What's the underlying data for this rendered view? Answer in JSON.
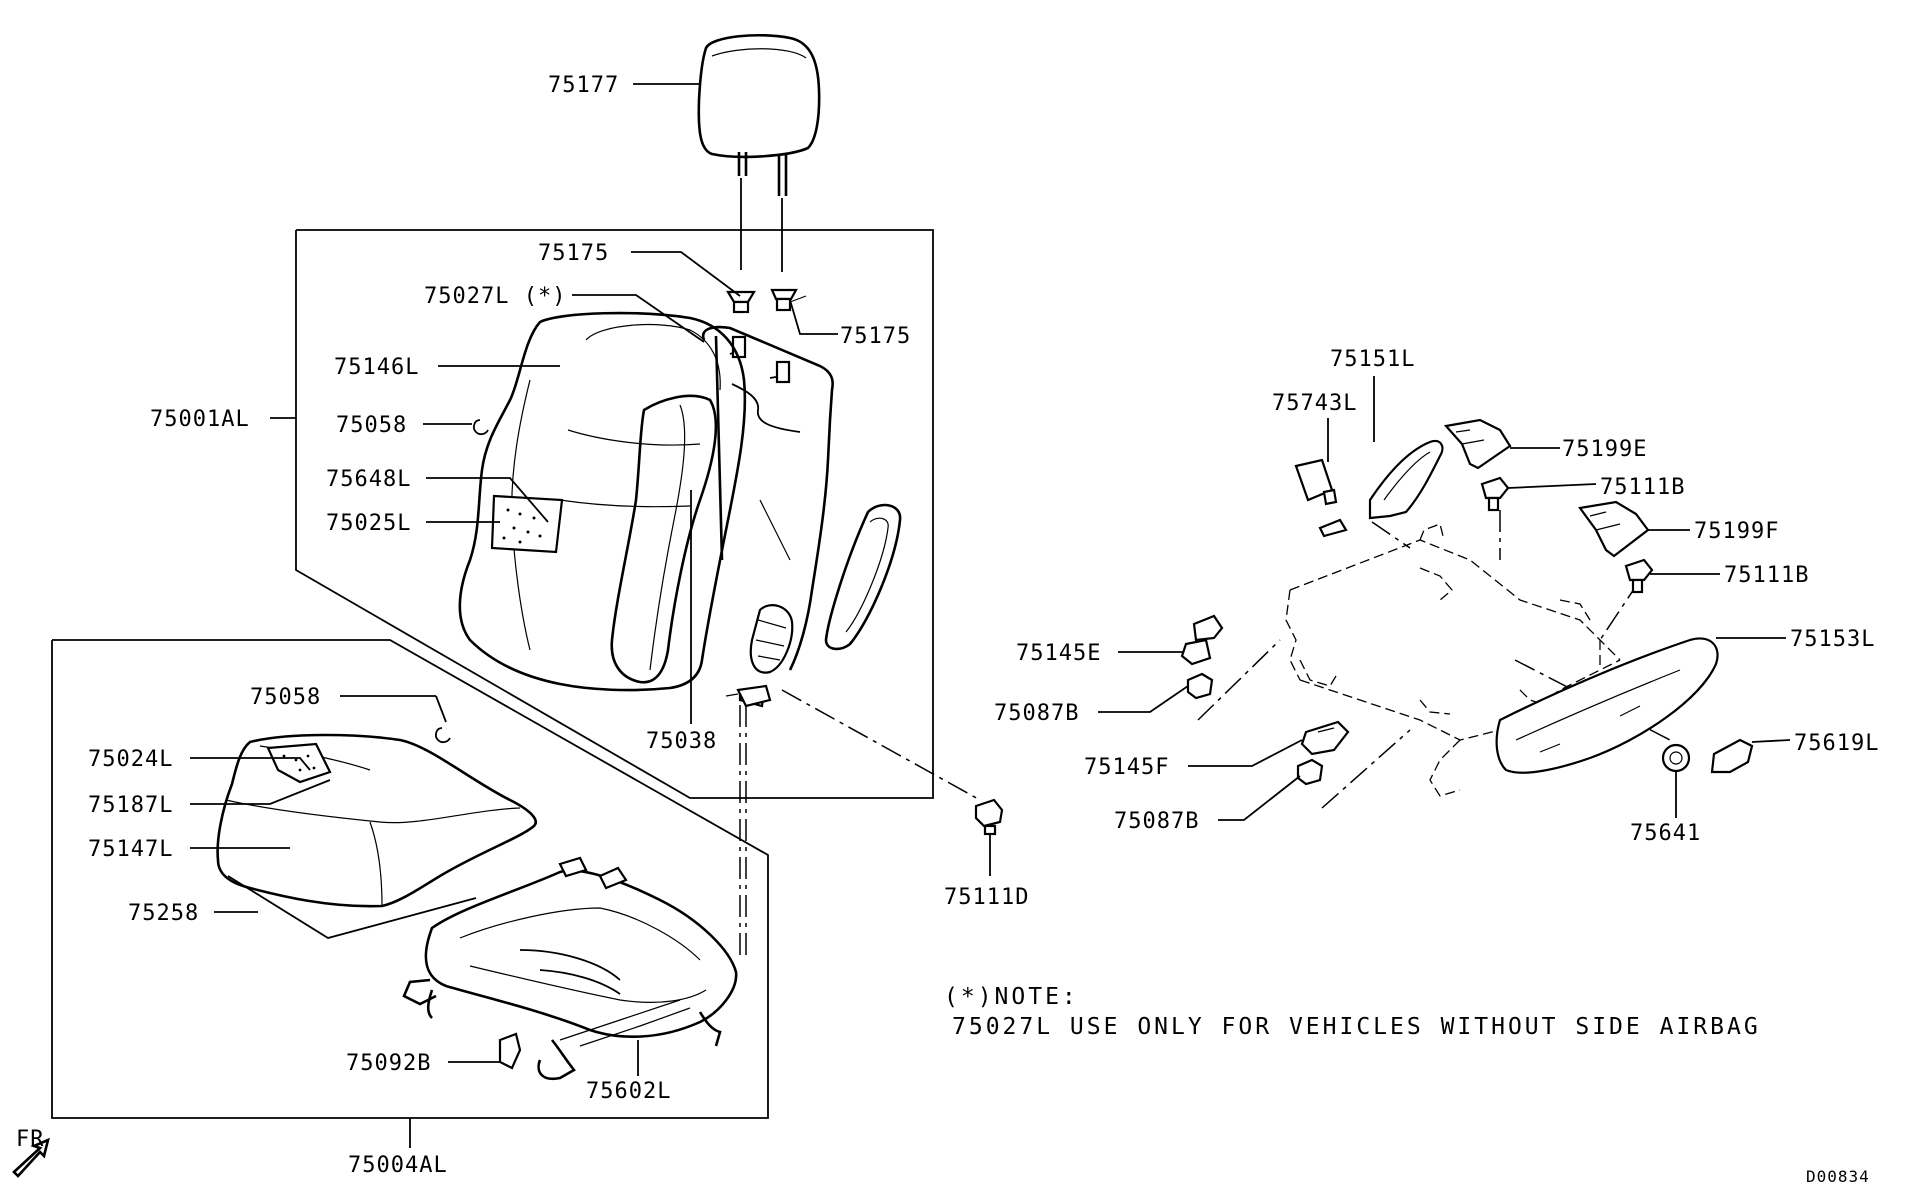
{
  "diagram": {
    "labels": {
      "p75177": "75177",
      "p75175a": "75175",
      "p75027L": "75027L (*)",
      "p75175b": "75175",
      "p75146L": "75146L",
      "p75001AL": "75001AL",
      "p75058a": "75058",
      "p75648L": "75648L",
      "p75025L": "75025L",
      "p75038": "75038",
      "p75058b": "75058",
      "p75024L": "75024L",
      "p75187L": "75187L",
      "p75147L": "75147L",
      "p75258": "75258",
      "p75092B": "75092B",
      "p75602L": "75602L",
      "p75004AL": "75004AL",
      "p75111D": "75111D",
      "p75151L": "75151L",
      "p75743L": "75743L",
      "p75199E": "75199E",
      "p75111Ba": "75111B",
      "p75199F": "75199F",
      "p75111Bb": "75111B",
      "p75153L": "75153L",
      "p75145E": "75145E",
      "p75087Ba": "75087B",
      "p75145F": "75145F",
      "p75087Bb": "75087B",
      "p75619L": "75619L",
      "p75641": "75641"
    },
    "note_title": "(*)NOTE:",
    "note_text": "75027L USE ONLY FOR VEHICLES WITHOUT SIDE AIRBAG",
    "fr_label": "FR",
    "drawing_id": "D00834"
  }
}
